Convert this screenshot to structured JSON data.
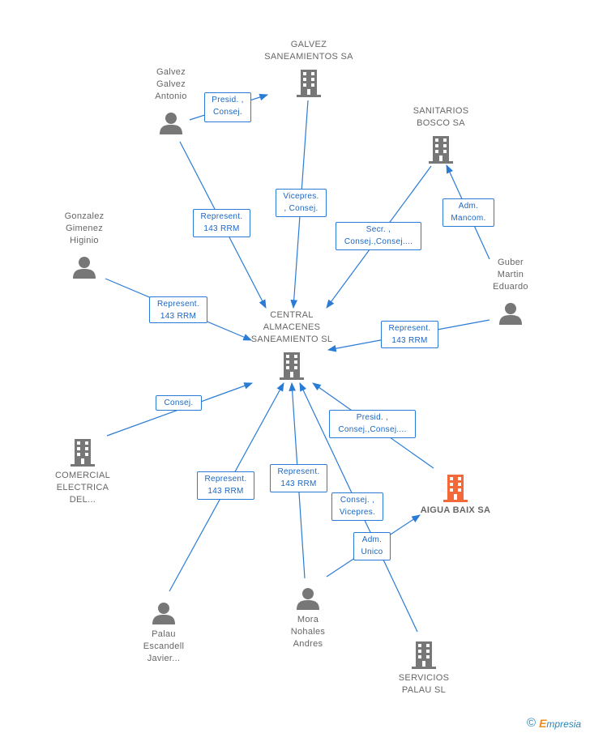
{
  "nodes": {
    "galvez_sa": {
      "lines": [
        "GALVEZ",
        "SANEAMIENTOS SA"
      ],
      "kind": "company"
    },
    "galvez_galvez": {
      "lines": [
        "Galvez",
        "Galvez",
        "Antonio"
      ],
      "kind": "person"
    },
    "sanitarios": {
      "lines": [
        "SANITARIOS",
        "BOSCO SA"
      ],
      "kind": "company"
    },
    "gonzalez": {
      "lines": [
        "Gonzalez",
        "Gimenez",
        "Higinio"
      ],
      "kind": "person"
    },
    "guber": {
      "lines": [
        "Guber",
        "Martin",
        "Eduardo"
      ],
      "kind": "person"
    },
    "central": {
      "lines": [
        "CENTRAL",
        "ALMACENES",
        "SANEAMIENTO SL"
      ],
      "kind": "company"
    },
    "comercial": {
      "lines": [
        "COMERCIAL",
        "ELECTRICA",
        "DEL..."
      ],
      "kind": "company"
    },
    "aigua": {
      "lines": [
        "AIGUA BAIX SA"
      ],
      "kind": "company-highlight"
    },
    "palau_escandell": {
      "lines": [
        "Palau",
        "Escandell",
        "Javier..."
      ],
      "kind": "person"
    },
    "mora": {
      "lines": [
        "Mora",
        "Nohales",
        "Andres"
      ],
      "kind": "person"
    },
    "servicios": {
      "lines": [
        "SERVICIOS",
        "PALAU SL"
      ],
      "kind": "company"
    }
  },
  "edges": [
    {
      "from": "galvez_galvez",
      "to": "galvez_sa",
      "label": [
        "Presid. ,",
        "Consej."
      ]
    },
    {
      "from": "galvez_sa",
      "to": "central",
      "label": [
        "Vicepres.",
        ", Consej."
      ]
    },
    {
      "from": "galvez_galvez",
      "to": "central",
      "label": [
        "Represent.",
        "143 RRM"
      ]
    },
    {
      "from": "sanitarios",
      "to": "central",
      "label": [
        "Secr. ,",
        "Consej.,Consej...."
      ]
    },
    {
      "from": "guber",
      "to": "sanitarios",
      "label": [
        "Adm.",
        "Mancom."
      ]
    },
    {
      "from": "gonzalez",
      "to": "central",
      "label": [
        "Represent.",
        "143 RRM"
      ]
    },
    {
      "from": "guber",
      "to": "central",
      "label": [
        "Represent.",
        "143 RRM"
      ]
    },
    {
      "from": "comercial",
      "to": "central",
      "label": [
        "Consej."
      ]
    },
    {
      "from": "aigua",
      "to": "central",
      "label": [
        "Presid. ,",
        "Consej.,Consej...."
      ]
    },
    {
      "from": "palau_escandell",
      "to": "central",
      "label": [
        "Represent.",
        "143 RRM"
      ]
    },
    {
      "from": "mora",
      "to": "central",
      "label": [
        "Represent.",
        "143 RRM"
      ]
    },
    {
      "from": "servicios",
      "to": "central",
      "label": [
        "Consej. ,",
        "Vicepres."
      ]
    },
    {
      "from": "mora",
      "to": "aigua",
      "label": [
        "Adm.",
        "Unico"
      ]
    }
  ],
  "colors": {
    "edge": "#2a7bd6",
    "node": "#777777",
    "highlight": "#f26a3a"
  },
  "brand": {
    "symbol": "©",
    "name": "mpresia",
    "initial": "E"
  }
}
